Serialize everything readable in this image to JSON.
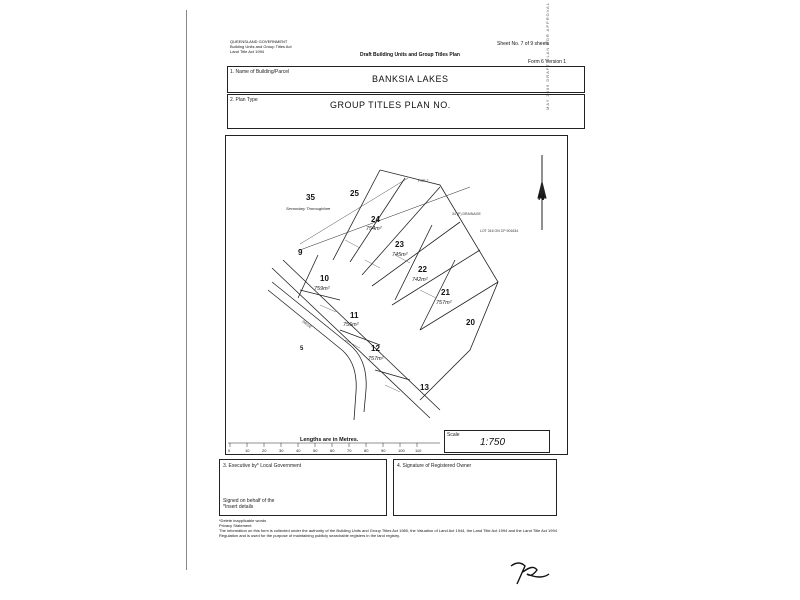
{
  "header": {
    "authority_line1": "QUEENSLAND GOVERNMENT",
    "authority_line2": "Building Units and Group Titles Act",
    "authority_line3": "Land Title Act 1994",
    "plan_heading": "Draft Building Units and Group Titles Plan",
    "sheet": "Sheet No. 7 of 9 sheets",
    "form": "Form 6 Version 1",
    "side_text": "MAY 2006 DRAFT PLAN FOR APPROVAL"
  },
  "fields": {
    "f1_label": "1. Name of Building/Parcel",
    "f1_value": "BANKSIA LAKES",
    "f2_label": "2. Plan Type",
    "f2_value": "GROUP TITLES PLAN NO."
  },
  "plan": {
    "lots": [
      {
        "num": "35",
        "area": "Secondary Thoroughfare"
      },
      {
        "num": "25",
        "area": ""
      },
      {
        "num": "24",
        "area": "754m²"
      },
      {
        "num": "23",
        "area": "745m²"
      },
      {
        "num": "22",
        "area": "742m²"
      },
      {
        "num": "21",
        "area": "757m²"
      },
      {
        "num": "20",
        "area": ""
      },
      {
        "num": "10",
        "area": "759m²"
      },
      {
        "num": "11",
        "area": "756m²"
      },
      {
        "num": "12",
        "area": "757m²"
      },
      {
        "num": "13",
        "area": ""
      },
      {
        "num": "9",
        "area": ""
      },
      {
        "num": "5",
        "area": ""
      }
    ],
    "por_label": "POR 2",
    "drainage_label": "34 (P) DRAINAGE",
    "lot_ref": "LOT 316 ON CP 901634",
    "drive_label": "DRIVE",
    "north": "N",
    "scale_title": "Lengths are in Metres.",
    "scale_ticks": [
      "0",
      "10",
      "20",
      "30",
      "40",
      "50",
      "60",
      "70",
      "80",
      "90",
      "100",
      "110"
    ],
    "scale_label": "Scale",
    "scale_value": "1:750"
  },
  "signatures": {
    "left_label": "3. Executive by* Local Government",
    "left_sub1": "Signed on behalf of the",
    "left_sub2": "*Insert details",
    "right_label": "4. Signature of Registered Owner"
  },
  "footer": {
    "note1": "*Delete inapplicable words",
    "note2": "Privacy Statement",
    "note3": "The information on this form is collected under the authority of the Building Units and Group Titles Act 1980, the Valuation of Land Act 1944, the Land Title Act 1994 and the Land Title Act 1994 Regulation and is used for the purpose of maintaining publicly searchable registers in the land registry."
  },
  "signature_scribble": "handwritten-signature"
}
